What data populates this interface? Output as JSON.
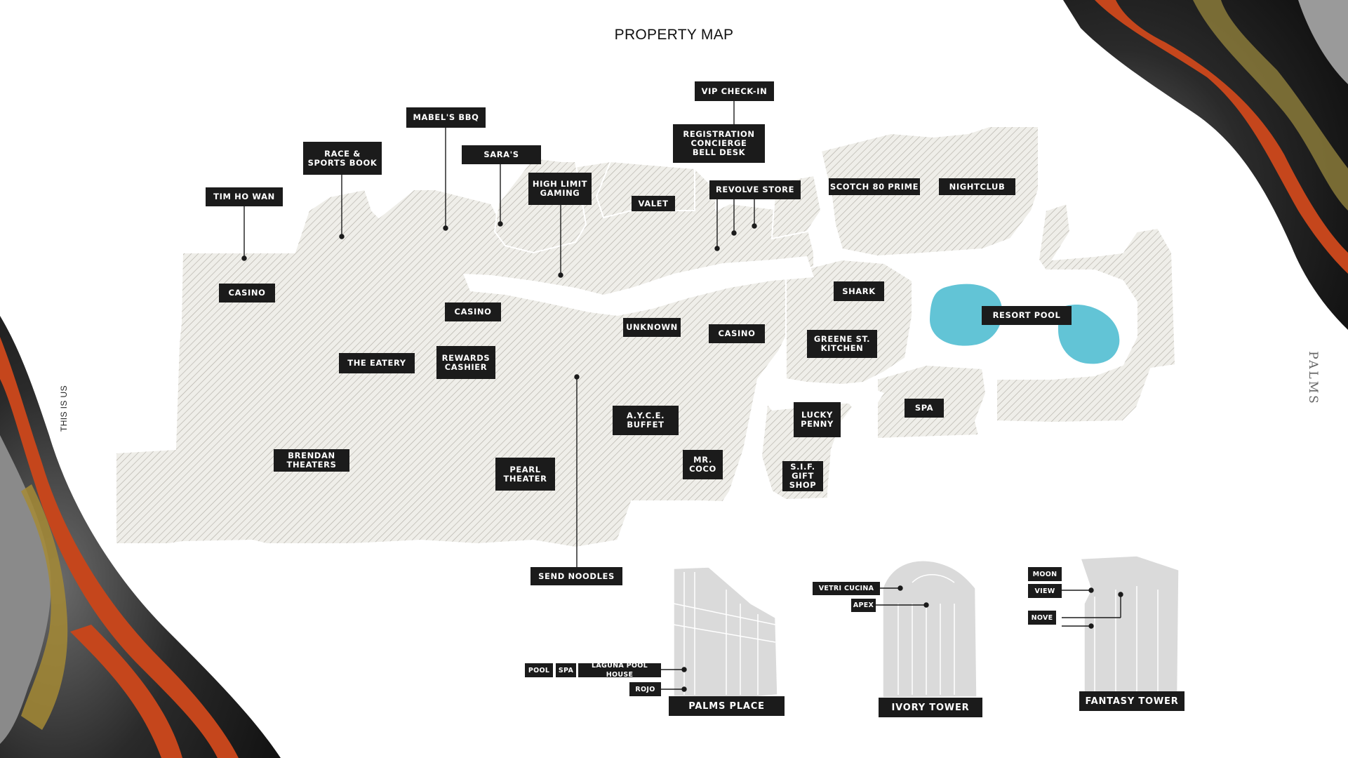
{
  "title": "PROPERTY MAP",
  "side_text_left": "THIS IS US",
  "side_text_right": "PALMS",
  "colors": {
    "label_bg": "#1b1b1b",
    "label_text": "#ffffff",
    "floor": "#ecebe6",
    "hatch": "#b5b2aa",
    "pool": "#62c4d6",
    "tower": "#d4d4d4"
  },
  "labels": {
    "tim_ho_wan": "TIM HO WAN",
    "race_sports": "RACE &\nSPORTS BOOK",
    "mabels_bbq": "MABEL'S BBQ",
    "saras": "SARA'S",
    "high_limit": "HIGH LIMIT\nGAMING",
    "valet": "VALET",
    "vip_checkin": "VIP CHECK-IN",
    "registration": "REGISTRATION\nCONCIERGE\nBELL DESK",
    "revolve_store": "REVOLVE STORE",
    "scotch_80": "SCOTCH 80 PRIME",
    "nightclub": "NIGHTCLUB",
    "casino_west": "CASINO",
    "casino_mid": "CASINO",
    "casino_east": "CASINO",
    "unknown": "UNKNOWN",
    "shark": "SHARK",
    "resort_pool": "RESORT POOL",
    "greene_st": "GREENE ST.\nKITCHEN",
    "the_eatery": "THE EATERY",
    "rewards_cashier": "REWARDS\nCASHIER",
    "spa_main": "SPA",
    "lucky_penny": "LUCKY\nPENNY",
    "ayce_buffet": "A.Y.C.E.\nBUFFET",
    "brendan_theaters": "BRENDAN\nTHEATERS",
    "pearl_theater": "PEARL\nTHEATER",
    "mr_coco": "MR.\nCOCO",
    "sif_gift_shop": "S.I.F.\nGIFT\nSHOP",
    "send_noodles": "SEND NOODLES"
  },
  "towers": {
    "palms_place": {
      "name": "PALMS PLACE",
      "pool": "POOL",
      "spa": "SPA",
      "laguna": "LAGUNA POOL HOUSE",
      "rojo": "ROJO"
    },
    "ivory_tower": {
      "name": "IVORY TOWER",
      "vetri": "VETRI CUCINA",
      "apex": "APEX"
    },
    "fantasy_tower": {
      "name": "FANTASY TOWER",
      "moon": "MOON",
      "view": "VIEW",
      "nove": "NOVE"
    }
  }
}
